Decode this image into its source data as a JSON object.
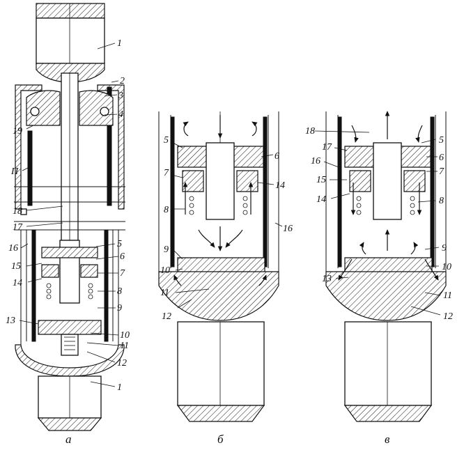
{
  "figure": {
    "captions": {
      "a": "а",
      "b": "б",
      "c": "в"
    },
    "labels_a": [
      "1",
      "2",
      "3",
      "4",
      "19",
      "П",
      "18",
      "17",
      "16",
      "5",
      "6",
      "15",
      "7",
      "14",
      "8",
      "9",
      "13",
      "10",
      "11",
      "12",
      "1"
    ],
    "labels_b": [
      "5",
      "6",
      "7",
      "14",
      "8",
      "16",
      "9",
      "10",
      "11",
      "12"
    ],
    "labels_c": [
      "18",
      "17",
      "16",
      "15",
      "14",
      "5",
      "6",
      "7",
      "8",
      "9",
      "10",
      "13",
      "11",
      "12"
    ]
  }
}
